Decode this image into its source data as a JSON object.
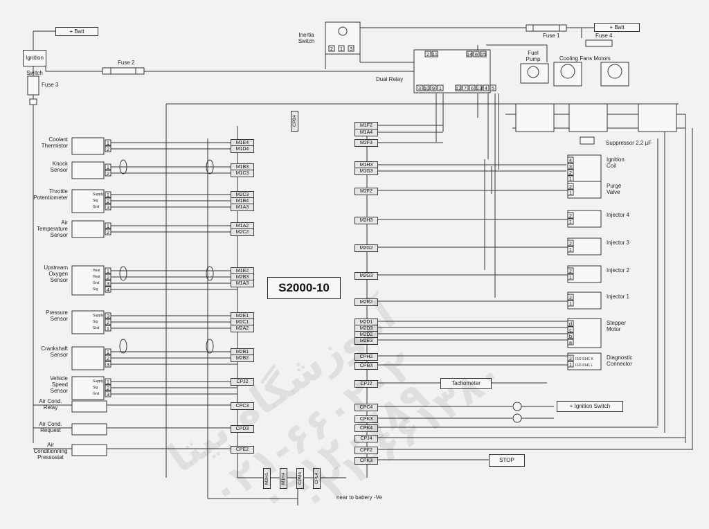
{
  "ecu": {
    "title": "S2000-10"
  },
  "power": {
    "batt1": "+ Batt",
    "batt2": "+ Batt",
    "ignition_switch": "Ignition\nSwitch",
    "inertia_switch": "Inertia\nSwitch",
    "fuse1": "Fuse 1",
    "fuse2": "Fuse 2",
    "fuse3": "Fuse 3",
    "fuse4": "Fuse 4",
    "dual_relay": "Dual Relay",
    "relay_pins_left_top": [
      "2",
      "11"
    ],
    "relay_pins_right_top": [
      "14",
      "8",
      "15"
    ],
    "relay_pins_left_bottom": [
      "3",
      "10",
      "9",
      "1"
    ],
    "relay_pins_right_bottom": [
      "12",
      "7",
      "6",
      "13",
      "4",
      "5"
    ],
    "inertia_pins": [
      "2",
      "1",
      "3"
    ],
    "fuel_pump": "Fuel\nPump",
    "cooling_fans": "Cooling Fans Motors",
    "suppressor": "Suppressor 2.2 µF"
  },
  "left_sensors": [
    {
      "name": "Coolant\nThermistor",
      "pins": [
        "1",
        "2"
      ],
      "ecu": [
        "M1E4",
        "M1D4"
      ]
    },
    {
      "name": "Knock\nSensor",
      "pins": [
        "1",
        "2"
      ],
      "ecu": [
        "M1B3",
        "M1C3"
      ]
    },
    {
      "name": "Throttle\nPotentiometer",
      "pins": [
        "1",
        "2",
        "3"
      ],
      "sub": [
        "Supply",
        "Sig",
        "Gnd"
      ],
      "ecu": [
        "M2C3",
        "M1B4",
        "M1A3"
      ]
    },
    {
      "name": "Air\nTemperature\nSensor",
      "pins": [
        "1",
        "2"
      ],
      "ecu": [
        "M1A2",
        "M2C2"
      ]
    },
    {
      "name": "Upstream\nOxygen\nSensor",
      "pins": [
        "1",
        "2",
        "3",
        "4"
      ],
      "sub": [
        "Heat",
        "Heat",
        "Gnd",
        "Sig"
      ],
      "ecu": [
        "M1E2",
        "M2B3",
        "M1A3"
      ]
    },
    {
      "name": "Pressure\nSensor",
      "pins": [
        "3",
        "2",
        "1"
      ],
      "sub": [
        "Supply",
        "Sig",
        "Gnd"
      ],
      "ecu": [
        "M2E1",
        "M2C1",
        "M2A2"
      ]
    },
    {
      "name": "Crankshaft\nSensor",
      "pins": [
        "1",
        "2",
        "3"
      ],
      "ecu": [
        "M2B1",
        "M2B2"
      ]
    },
    {
      "name": "Vehicle\nSpeed\nSensor",
      "pins": [
        "1",
        "2",
        "3"
      ],
      "sub": [
        "Supply",
        "Sig",
        "Gnd"
      ],
      "ecu": [
        "CPJ2"
      ]
    }
  ],
  "left_switches": [
    {
      "name": "Air Cond.\nRelay",
      "ecu": "CPC3"
    },
    {
      "name": "Air Cond. Request",
      "ecu": "CPD3"
    },
    {
      "name": "Air\nConditionning\nPressostat",
      "ecu": "CPE2"
    }
  ],
  "right_outputs": [
    {
      "name": "Ignition\nCoil",
      "pins": [
        "4",
        "3",
        "2",
        "1"
      ],
      "ecu": [
        "M2F2"
      ]
    },
    {
      "name": "Purge\nValve",
      "pins": [
        "2",
        "1"
      ],
      "ecu": [
        "M2F2"
      ]
    },
    {
      "name": "Injector 4",
      "pins": [
        "2",
        "1"
      ],
      "ecu": [
        "M2H3"
      ]
    },
    {
      "name": "Injector 3",
      "pins": [
        "2",
        "1"
      ],
      "ecu": [
        "M2G2"
      ]
    },
    {
      "name": "Injector 2",
      "pins": [
        "2",
        "1"
      ],
      "ecu": [
        "M2G3"
      ]
    },
    {
      "name": "Injector 1",
      "pins": [
        "2",
        "1"
      ],
      "ecu": [
        "M2R2"
      ]
    },
    {
      "name": "Stepper\nMotor",
      "pins": [
        "d",
        "c",
        "b",
        "a"
      ],
      "ecu": [
        "M2D1",
        "M2D3",
        "M2D2",
        "M2E3"
      ]
    },
    {
      "name": "Diagnostic\nConnector",
      "pins": [
        "2",
        "1"
      ],
      "sub": [
        "ISO 9141 K",
        "ISO 9141 L"
      ],
      "ecu": [
        "CPH2",
        "CPB3"
      ]
    }
  ],
  "ecu_right_top": [
    "M1F2",
    "M1A4",
    "M2F3"
  ],
  "ecu_right_mid": [
    "M1H3",
    "M1G3"
  ],
  "ecu_right_bottom": [
    "CPJ2",
    "CPC4",
    "CPK3",
    "CPK4",
    "CPJ4",
    "CPF2",
    "CPK3"
  ],
  "ecu_top_pin": "CPB4",
  "ecu_bottom_pins": [
    "M2H1",
    "M1H4",
    "CPM4",
    "CPL4"
  ],
  "misc": {
    "tachometer": "Tachometer",
    "ign_switch": "+ Ignition Switch",
    "stop": "STOP",
    "ground_note": "near to battery -Ve"
  },
  "watermark": [
    "آموزشگاه بیتا",
    "۰۲۱-۶۶۰۲۰۲",
    "۰۹۱۲۰۷۸۹",
    "۰۲۱-۶۶۱۳۸۰"
  ]
}
